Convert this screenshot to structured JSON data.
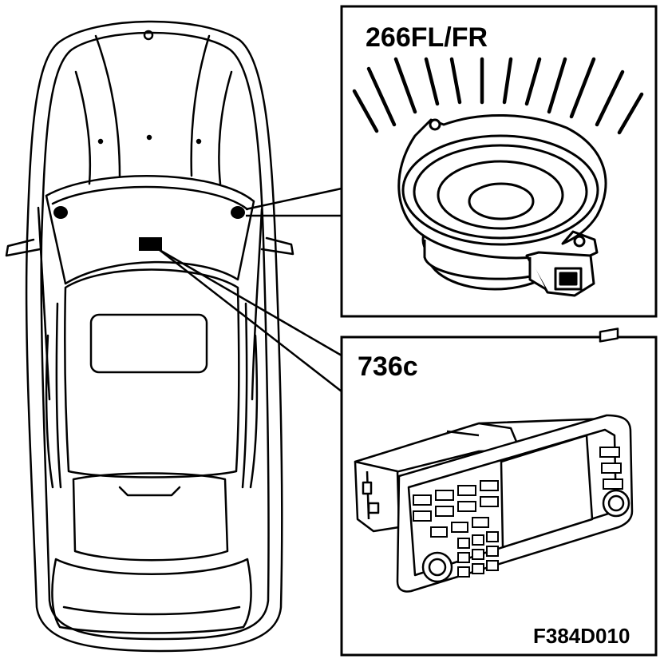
{
  "callouts": [
    {
      "id": "speaker",
      "label": "266FL/FR"
    },
    {
      "id": "head-unit",
      "label": "736c"
    }
  ],
  "figure_code": "F384D010",
  "colors": {
    "ink": "#000000",
    "paper": "#ffffff"
  }
}
